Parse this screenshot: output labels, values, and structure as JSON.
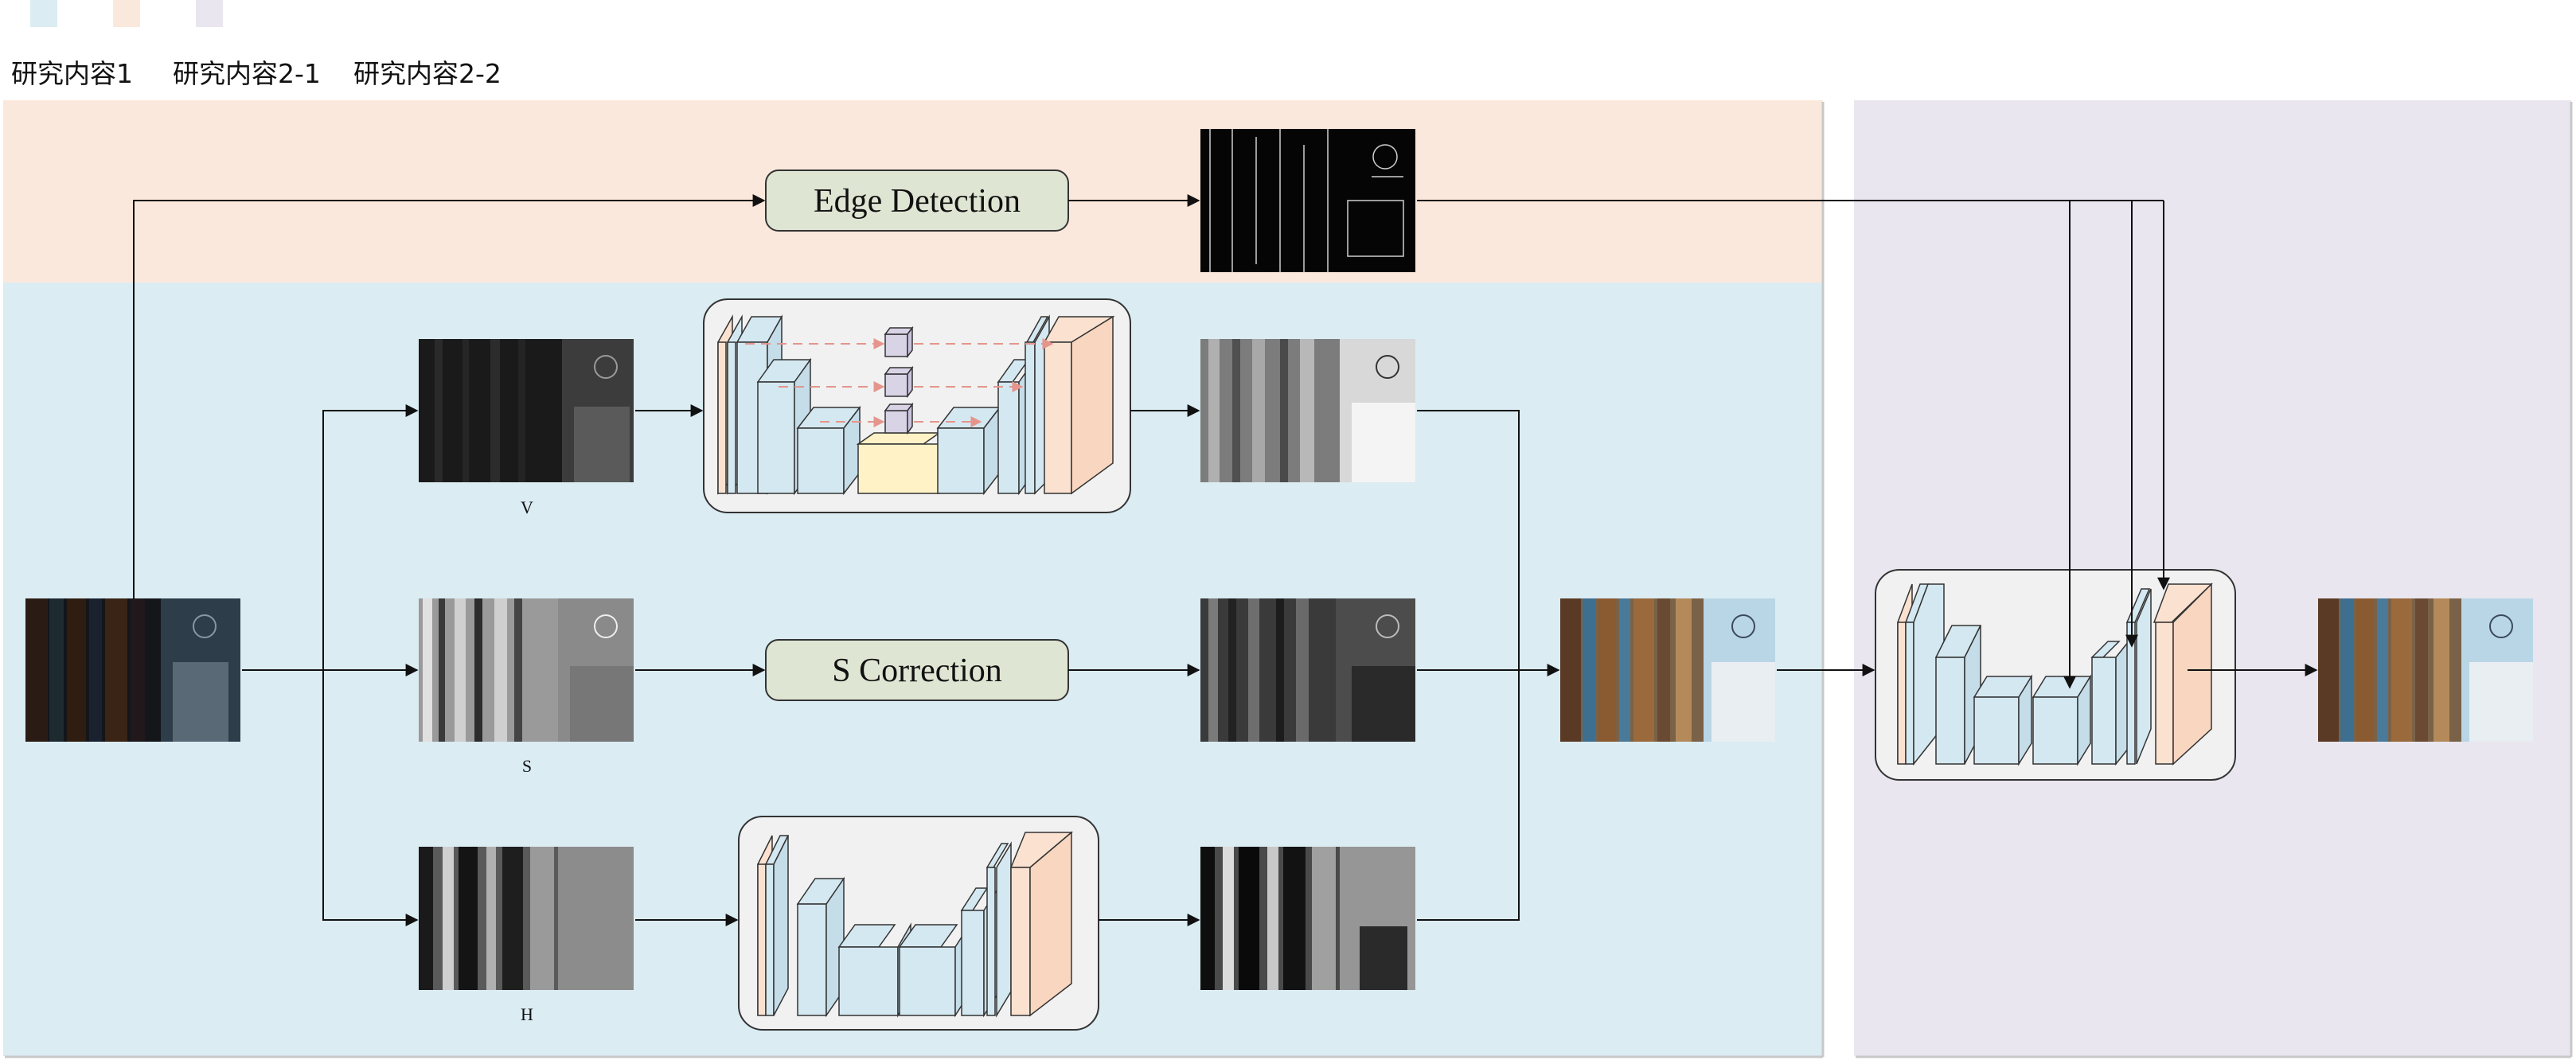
{
  "legend": {
    "items": [
      {
        "label": "研究内容1",
        "color": "#dbecf3"
      },
      {
        "label": "研究内容2-1",
        "color": "#fbe8dc"
      },
      {
        "label": "研究内容2-2",
        "color": "#e9e6ef"
      }
    ]
  },
  "blocks": {
    "edge_detection": "Edge Detection",
    "s_correction": "S Correction"
  },
  "captions": {
    "v": "V",
    "s": "S",
    "h": "H"
  },
  "colors": {
    "region_1": "#dbecf3",
    "region_2_1": "#fbe8dc",
    "region_2_2": "#e9e6ef",
    "op_box": "#dfe5d3",
    "net_panel": "#f1f1f1",
    "layer_blue": "#d4e8f1",
    "layer_peach": "#fbe2d0",
    "layer_yellow": "#fff2c6",
    "layer_lavender": "#d9d3e6",
    "skip_arrow": "#e5958c",
    "line": "#111111"
  },
  "icons": {
    "arrow": "arrow-head-icon",
    "image": "photo-thumbnail-icon"
  }
}
